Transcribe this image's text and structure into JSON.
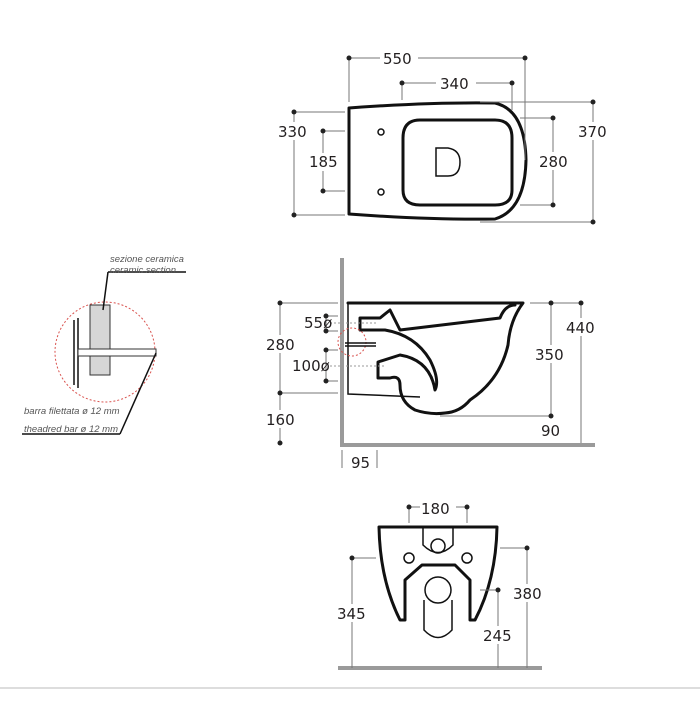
{
  "top_view": {
    "length": "550",
    "bowl_length": "340",
    "width_rear": "330",
    "fixing_distance": "185",
    "bowl_width": "280",
    "width": "370"
  },
  "side_view": {
    "height_fix": "280",
    "inlet": "55ø",
    "outlet": "100ø",
    "floor_to_outlet": "160",
    "rim_height_low": "350",
    "rim_height": "440",
    "bottom_clearance": "90",
    "wall_offset": "95"
  },
  "front_view": {
    "fixing_width": "180",
    "height_left": "345",
    "height_right": "380",
    "outlet_height": "245"
  },
  "detail": {
    "ceramic_it": "sezione ceramica",
    "ceramic_en": "ceramic section",
    "bar_it": "barra filettata ø 12 mm",
    "bar_en": "theadred bar ø 12 mm"
  }
}
